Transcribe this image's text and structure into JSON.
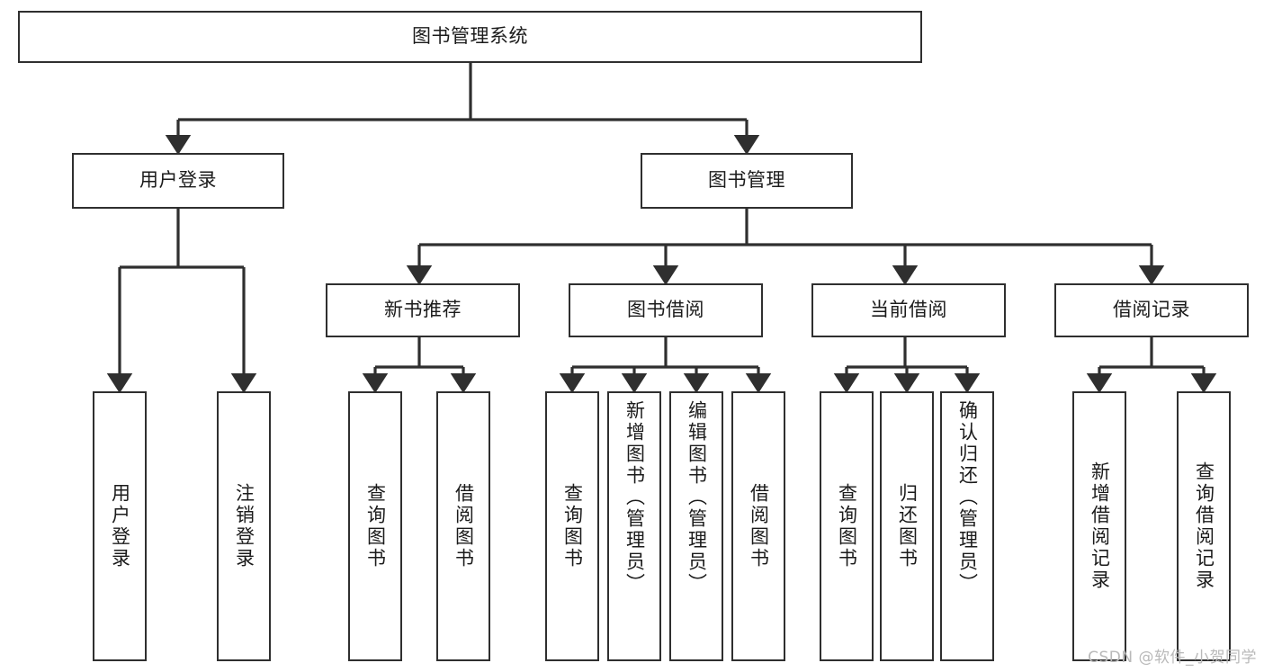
{
  "diagram": {
    "title": "图书管理系统",
    "type": "hierarchy-tree",
    "watermark": "CSDN @软件_小贺同学",
    "colors": {
      "stroke": "#2f2f2f",
      "fill": "#ffffff",
      "text": "#1b1b1b",
      "watermark": "#b9b9b9"
    },
    "nodes": {
      "root": {
        "label": "图书管理系统",
        "level": 0,
        "orientation": "horizontal"
      },
      "l1": [
        {
          "id": "user-login",
          "label": "用户登录",
          "orientation": "horizontal"
        },
        {
          "id": "book-management",
          "label": "图书管理",
          "orientation": "horizontal"
        }
      ],
      "l2": [
        {
          "id": "new-book-recommend",
          "label": "新书推荐",
          "orientation": "horizontal"
        },
        {
          "id": "book-borrow",
          "label": "图书借阅",
          "orientation": "horizontal"
        },
        {
          "id": "current-borrow",
          "label": "当前借阅",
          "orientation": "horizontal"
        },
        {
          "id": "borrow-record",
          "label": "借阅记录",
          "orientation": "horizontal"
        }
      ],
      "leaves": {
        "user-login": [
          {
            "id": "leaf-user-login",
            "label": "用户登录",
            "orientation": "vertical"
          },
          {
            "id": "leaf-user-logout",
            "label": "注销登录",
            "orientation": "vertical"
          }
        ],
        "new-book-recommend": [
          {
            "id": "leaf-query-book-1",
            "label": "查询图书",
            "orientation": "vertical"
          },
          {
            "id": "leaf-borrow-book-1",
            "label": "借阅图书",
            "orientation": "vertical"
          }
        ],
        "book-borrow": [
          {
            "id": "leaf-query-book-2",
            "label": "查询图书",
            "orientation": "vertical"
          },
          {
            "id": "leaf-add-book",
            "label": "新增图书（管理员）",
            "orientation": "vertical"
          },
          {
            "id": "leaf-edit-book",
            "label": "编辑图书（管理员）",
            "orientation": "vertical"
          },
          {
            "id": "leaf-borrow-book-2",
            "label": "借阅图书",
            "orientation": "vertical"
          }
        ],
        "current-borrow": [
          {
            "id": "leaf-query-book-3",
            "label": "查询图书",
            "orientation": "vertical"
          },
          {
            "id": "leaf-return-book",
            "label": "归还图书",
            "orientation": "vertical"
          },
          {
            "id": "leaf-confirm-return",
            "label": "确认归还（管理员）",
            "orientation": "vertical"
          }
        ],
        "borrow-record": [
          {
            "id": "leaf-add-record",
            "label": "新增借阅记录",
            "orientation": "vertical"
          },
          {
            "id": "leaf-query-record",
            "label": "查询借阅记录",
            "orientation": "vertical"
          }
        ]
      }
    }
  }
}
